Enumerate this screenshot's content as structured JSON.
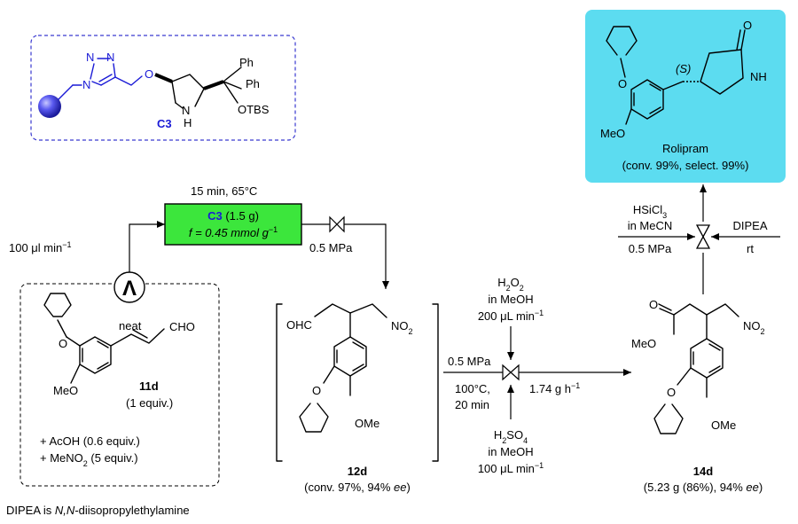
{
  "catalyst_box": {
    "label": "C3",
    "atoms": {
      "n1": "N",
      "n2": "N",
      "n3": "N",
      "o": "O",
      "nh_n": "N",
      "nh_h": "H",
      "ph1": "Ph",
      "ph2": "Ph",
      "otbs": "OTBS"
    }
  },
  "reactor": {
    "top_label": "15 min, 65°C",
    "catalyst": "C3",
    "amount": " (1.5 g)",
    "loading": "f = 0.45 mmol g",
    "loading_exp": "−1",
    "color": "#3ce63c"
  },
  "flow_rate": {
    "text": "100 μl min",
    "exp": "−1"
  },
  "pressure1": "0.5 MPa",
  "mixer_symbol": "Λ",
  "substrate": {
    "neat": "neat",
    "cho": "CHO",
    "o": "O",
    "meo": "MeO",
    "label": "11d",
    "equiv": "(1 equiv.)",
    "additive1": "+ AcOH (0.6 equiv.)",
    "additive2_pre": "+ MeNO",
    "additive2_sub": "2",
    "additive2_post": " (5 equiv.)"
  },
  "intermediate_12d": {
    "ohc": "OHC",
    "no2_pre": "NO",
    "no2_sub": "2",
    "o": "O",
    "ome": "OMe",
    "label": "12d",
    "yield_pre": "(conv. 97%, 94% ",
    "ee": "ee",
    "yield_post": ")"
  },
  "oxidation": {
    "h2o2_pre": "H",
    "h2o2_sub1": "2",
    "h2o2_mid": "O",
    "h2o2_sub2": "2",
    "h2o2_solvent": "in MeOH",
    "h2o2_rate": "200 μL min",
    "h2o2_rate_exp": "−1",
    "pressure": "0.5 MPa",
    "temp": "100°C,",
    "time": "20 min",
    "throughput": "1.74 g h",
    "throughput_exp": "−1",
    "h2so4_pre": "H",
    "h2so4_sub1": "2",
    "h2so4_mid": "SO",
    "h2so4_sub2": "4",
    "h2so4_solvent": "in MeOH",
    "h2so4_rate": "100 μL min",
    "h2so4_rate_exp": "−1"
  },
  "product_14d": {
    "o": "O",
    "meo": "MeO",
    "no2_pre": "NO",
    "no2_sub": "2",
    "o2": "O",
    "ome": "OMe",
    "label": "14d",
    "yield_pre": "(5.23 g (86%), 94% ",
    "ee": "ee",
    "yield_post": ")"
  },
  "reduction": {
    "hsicl3_pre": "HSiCl",
    "hsicl3_sub": "3",
    "hsicl3_solvent": "in MeCN",
    "pressure": "0.5 MPa",
    "base": "DIPEA",
    "temp": "rt"
  },
  "rolipram": {
    "o_carbonyl": "O",
    "nh": "NH",
    "stereo": "(S)",
    "o": "O",
    "meo": "MeO",
    "name": "Rolipram",
    "stats": "(conv. 99%, select. 99%)",
    "color": "#5cdcf0"
  },
  "footnote": {
    "pre": "DIPEA is ",
    "italic": "N,N",
    "post": "-diisopropylethylamine"
  }
}
